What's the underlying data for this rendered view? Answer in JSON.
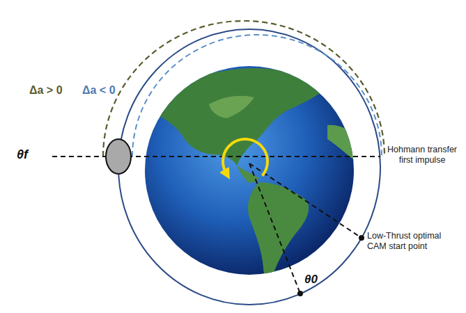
{
  "diagram": {
    "labels": [
      "Δa > 0",
      "Δa < 0",
      "θf",
      "Hohmann transfer first impulse",
      "Low-Thrust optimal CAM start point",
      "θ0"
    ]
  }
}
